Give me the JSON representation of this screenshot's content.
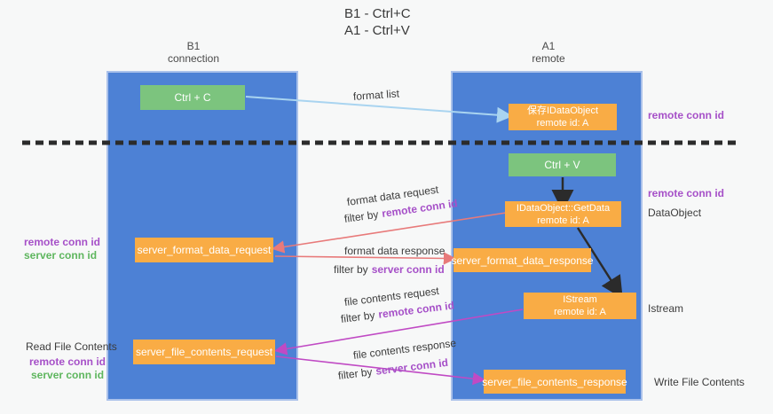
{
  "title": {
    "line1": "B1 - Ctrl+C",
    "line2": "A1 - Ctrl+V"
  },
  "lifelines": {
    "left": {
      "name": "B1",
      "role": "connection"
    },
    "right": {
      "name": "A1",
      "role": "remote"
    }
  },
  "boxes": {
    "ctrl_c": {
      "label": "Ctrl + C"
    },
    "ctrl_v": {
      "label": "Ctrl + V"
    },
    "save_dataobject": {
      "line1": "保存IDataObject",
      "line2": "remote id: A"
    },
    "getdata": {
      "line1": "IDataObject::GetData",
      "line2": "remote id: A"
    },
    "istream": {
      "line1": "IStream",
      "line2": "remote id: A"
    },
    "format_request": {
      "label": "server_format_data_request"
    },
    "format_response": {
      "label": "server_format_data_response"
    },
    "file_request": {
      "label": "server_file_contents_request"
    },
    "file_response": {
      "label": "server_file_contents_response"
    }
  },
  "flows": {
    "format_list": {
      "label": "format list"
    },
    "format_request": {
      "label": "format data request",
      "filter_prefix": "filter by",
      "filter_key": "remote conn id"
    },
    "format_response": {
      "label": "format data response",
      "filter_prefix": "filter by",
      "filter_key": "server conn id"
    },
    "file_request": {
      "label": "file contents request",
      "filter_prefix": "filter by",
      "filter_key": "remote conn id"
    },
    "file_response": {
      "label": "file contents response",
      "filter_prefix": "filter by",
      "filter_key": "server conn id"
    }
  },
  "annotations": {
    "right": {
      "remote_conn_id_top": "remote conn id",
      "remote_conn_id_mid": "remote conn id",
      "dataobject": "DataObject",
      "istream": "Istream",
      "write_file_contents": "Write File Contents"
    },
    "left": {
      "format_remote": "remote conn id",
      "format_server": "server conn id",
      "read_file_contents": "Read File Contents",
      "file_remote": "remote conn id",
      "file_server": "server conn id"
    }
  },
  "colors": {
    "background": "#f7f8f8",
    "lifeline_fill": "#4d81d5",
    "lifeline_border": "#aac1ea",
    "action_green": "#7cc47e",
    "message_orange": "#f9ac45",
    "arrow_blue": "#a9d4f0",
    "arrow_red": "#e87a7a",
    "arrow_magenta": "#c04ac4",
    "arrow_black": "#2b2b2b",
    "remote_id_purple": "#a650c8",
    "server_id_green": "#5eb65e",
    "text_dark": "#3c3c3c"
  }
}
